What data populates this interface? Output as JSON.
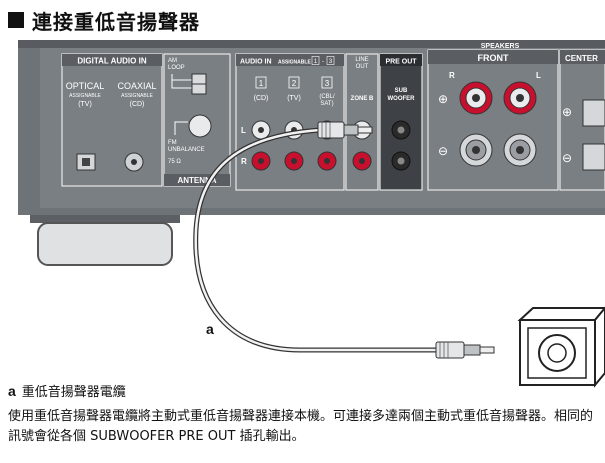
{
  "heading": "連接重低音揚聲器",
  "panel": {
    "digital_audio_in": "DIGITAL AUDIO IN",
    "optical": "OPTICAL",
    "optical_assignable": "ASSIGNABLE",
    "optical_src": "(TV)",
    "coaxial": "COAXIAL",
    "coaxial_assignable": "ASSIGNABLE",
    "coaxial_src": "(CD)",
    "am_loop_1": "AM",
    "am_loop_2": "LOOP",
    "fm_1": "FM",
    "fm_2": "UNBALANCE",
    "fm_3": "75 Ω",
    "antenna": "ANTENNA",
    "audio_in": "AUDIO IN",
    "assignable_range": "ASSIGNABLE",
    "range_a": "1",
    "range_b": "3",
    "in_nums": [
      "1",
      "2",
      "3"
    ],
    "in_names": [
      "(CD)",
      "(TV)",
      "(CBL/",
      "SAT)"
    ],
    "lr": [
      "L",
      "R"
    ],
    "line_out_1": "LINE",
    "line_out_2": "OUT",
    "zone_b": "ZONE B",
    "pre_out": "PRE OUT",
    "sub_1": "SUB",
    "sub_2": "WOOFER",
    "speakers": "SPEAKERS",
    "front": "FRONT",
    "front_r": "R",
    "front_l": "L",
    "center": "CENTER",
    "plus": "⊕",
    "minus": "⊖"
  },
  "cable_label": "a",
  "caption": {
    "key": "a",
    "text": "重低音揚聲器電纜"
  },
  "body": "使用重低音揚聲器電纜將主動式重低音揚聲器連接本機。可連接多達兩個主動式重低音揚聲器。相同的訊號會從各個 SUBWOOFER PRE OUT 插孔輸出。",
  "colors": {
    "panel": "#6e7378",
    "panel_dark": "#3e4246",
    "red": "#c8102e",
    "label": "#ffffff"
  }
}
